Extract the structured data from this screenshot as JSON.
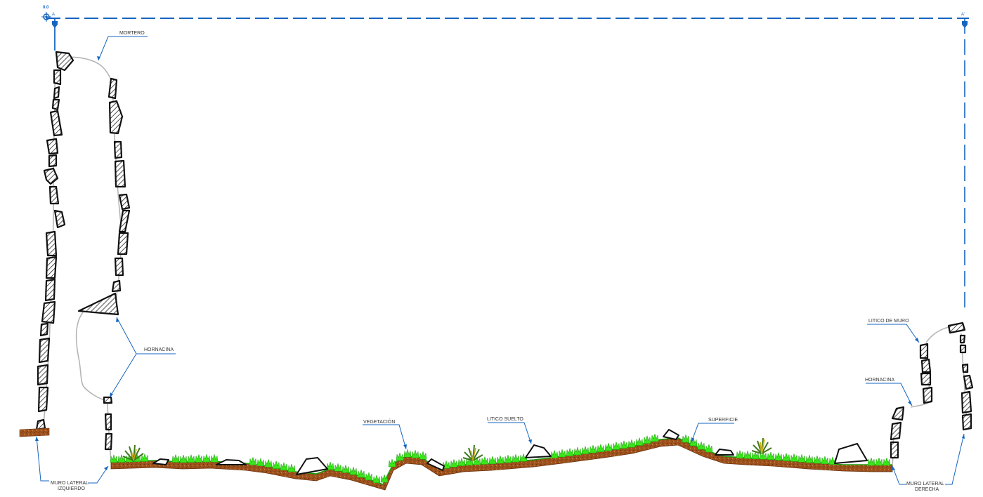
{
  "section": {
    "elevation": "0.0",
    "start_marker": "A",
    "end_marker": "A'"
  },
  "labels": {
    "mortar": "MORTERO",
    "niche_left": "HORNACINA",
    "niche_right": "HORNACINA",
    "wall_stone": "LITICO DE MURO",
    "vegetation": "VEGETACIÓN",
    "loose_stone": "LITICO SUELTO",
    "surface": "SUPERFICIE",
    "left_wall_line1": "MURO LATERAL",
    "left_wall_line2": "IZQUIERDO",
    "right_wall_line1": "MURO LATERAL",
    "right_wall_line2": "DERECHA"
  },
  "colors": {
    "section_line": "#1565c0",
    "leader": "#1565c0",
    "soil": "#a0521d",
    "soil_dark": "#6b3410",
    "vegetation": "#39e61a",
    "vegetation_dark": "#1e9c0e",
    "stone_outline": "#111111",
    "mortar": "#b5b5b5"
  },
  "icons": {
    "origin": "crosshair-target-icon",
    "section_marker": "section-arrow-marker-icon",
    "stone": "hatched-stone-icon",
    "grass": "grass-tuft-icon",
    "shrub": "agave-shrub-icon"
  }
}
